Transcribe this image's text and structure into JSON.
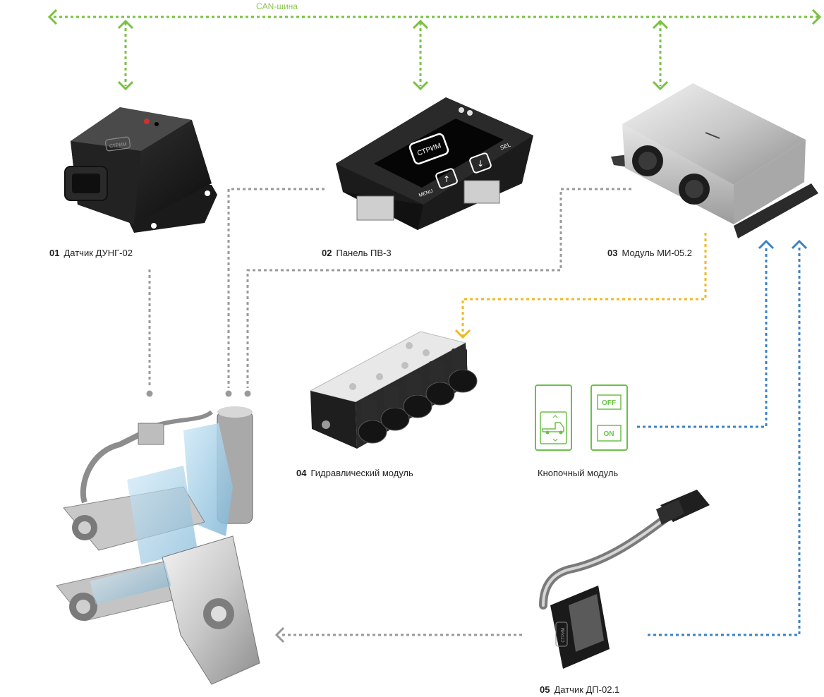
{
  "bus": {
    "label": "CAN-шина"
  },
  "colors": {
    "can": "#7ac143",
    "data": "#9a9a9a",
    "hydraulic": "#f0b91e",
    "button": "#3b82c4",
    "green_ui": "#6cc04a"
  },
  "devices": [
    {
      "num": "01",
      "name": "Датчик ДУНГ-02",
      "logo": "СТРИМ"
    },
    {
      "num": "02",
      "name": "Панель ПВ-3",
      "logo": "СТРИМ",
      "menu": "MENU",
      "sel": "SEL"
    },
    {
      "num": "03",
      "name": "Модуль МИ-05.2"
    },
    {
      "num": "04",
      "name": "Гидравлический модуль"
    },
    {
      "num": "05",
      "name": "Датчик ДП-02.1",
      "logo": "СТРИМ"
    }
  ],
  "button_module": {
    "name": "Кнопочный модуль",
    "off": "OFF",
    "on": "ON"
  }
}
